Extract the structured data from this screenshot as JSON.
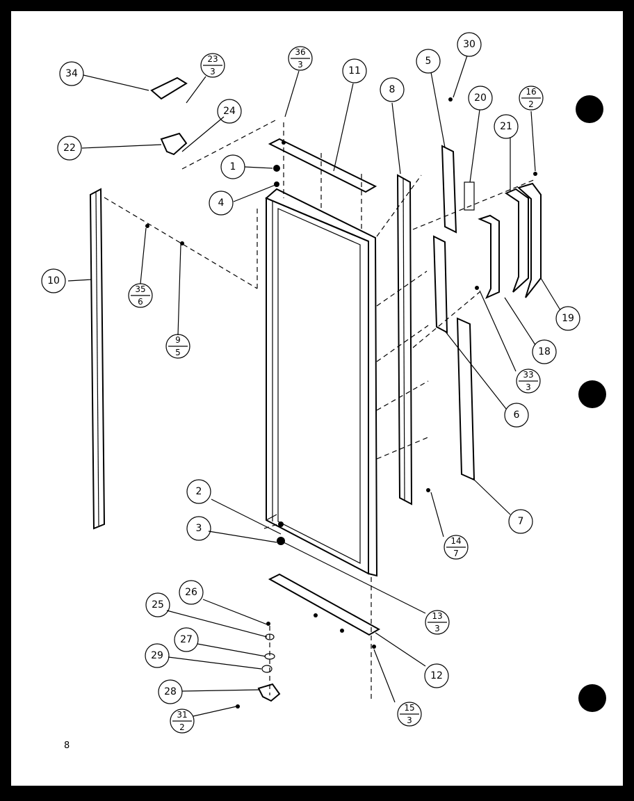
{
  "page_number": "8",
  "callouts": [
    {
      "id": "c1",
      "label": "1"
    },
    {
      "id": "c2",
      "label": "2"
    },
    {
      "id": "c3",
      "label": "3"
    },
    {
      "id": "c4",
      "label": "4"
    },
    {
      "id": "c5",
      "label": "5"
    },
    {
      "id": "c6",
      "label": "6"
    },
    {
      "id": "c7",
      "label": "7"
    },
    {
      "id": "c8",
      "label": "8"
    },
    {
      "id": "c9",
      "label": "9",
      "sub": "5"
    },
    {
      "id": "c10",
      "label": "10"
    },
    {
      "id": "c11",
      "label": "11"
    },
    {
      "id": "c12",
      "label": "12"
    },
    {
      "id": "c13",
      "label": "13",
      "sub": "3"
    },
    {
      "id": "c14",
      "label": "14",
      "sub": "7"
    },
    {
      "id": "c15",
      "label": "15",
      "sub": "3"
    },
    {
      "id": "c16",
      "label": "16",
      "sub": "2"
    },
    {
      "id": "c18",
      "label": "18"
    },
    {
      "id": "c19",
      "label": "19"
    },
    {
      "id": "c20",
      "label": "20"
    },
    {
      "id": "c21",
      "label": "21"
    },
    {
      "id": "c22",
      "label": "22"
    },
    {
      "id": "c23",
      "label": "23",
      "sub": "3"
    },
    {
      "id": "c24",
      "label": "24"
    },
    {
      "id": "c25",
      "label": "25"
    },
    {
      "id": "c26",
      "label": "26"
    },
    {
      "id": "c27",
      "label": "27"
    },
    {
      "id": "c28",
      "label": "28"
    },
    {
      "id": "c29",
      "label": "29"
    },
    {
      "id": "c30",
      "label": "30"
    },
    {
      "id": "c31",
      "label": "31",
      "sub": "2"
    },
    {
      "id": "c33",
      "label": "33",
      "sub": "3"
    },
    {
      "id": "c34",
      "label": "34"
    },
    {
      "id": "c35",
      "label": "35",
      "sub": "6"
    },
    {
      "id": "c36",
      "label": "36",
      "sub": "3"
    }
  ]
}
